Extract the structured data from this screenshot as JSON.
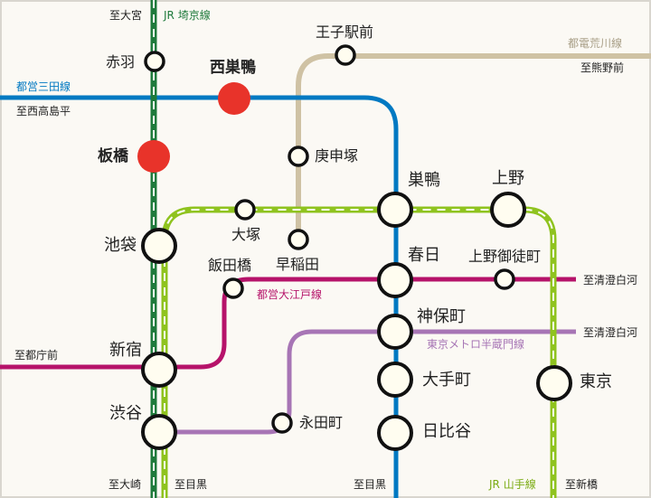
{
  "colors": {
    "background": "#fbf9f4",
    "frame": "#d9d6cf",
    "jr_saikyo": "#1f7a3c",
    "jr_yamanote": "#8fc31f",
    "toei_mita": "#0079c2",
    "toei_oedo": "#b6136a",
    "hanzomon": "#a775b5",
    "toden_arakawa": "#cfc2a4",
    "highlight_station": "#e8332a"
  },
  "lines": {
    "saikyo": "JR 埼京線",
    "mita": "都営三田線",
    "arakawa": "都電荒川線",
    "oedo": "都営大江戸線",
    "hanzomon": "東京メトロ半蔵門線",
    "yamanote": "JR 山手線"
  },
  "directions": {
    "to_omiya": "至大宮",
    "to_nishitakashimadaira": "至西高島平",
    "to_kumanomae": "至熊野前",
    "to_kiyosumi_oedo": "至清澄白河",
    "to_kiyosumi_hanzomon": "至清澄白河",
    "to_tochomae": "至都庁前",
    "to_osaki": "至大崎",
    "to_meguro_left": "至目黒",
    "to_meguro_mid": "至目黒",
    "to_shimbashi": "至新橋"
  },
  "stations": {
    "nishisugamo": "西巣鴨",
    "itabashi": "板橋",
    "akabane": "赤羽",
    "ojiekimae": "王子駅前",
    "koshinzuka": "庚申塚",
    "sugamo": "巣鴨",
    "ueno": "上野",
    "otsuka": "大塚",
    "ikebukuro": "池袋",
    "waseda": "早稲田",
    "iidabashi": "飯田橋",
    "kasuga": "春日",
    "uenookachimachi": "上野御徒町",
    "jimbocho": "神保町",
    "shinjuku": "新宿",
    "otemachi": "大手町",
    "tokyo": "東京",
    "shibuya": "渋谷",
    "nagatacho": "永田町",
    "hibiya": "日比谷"
  }
}
